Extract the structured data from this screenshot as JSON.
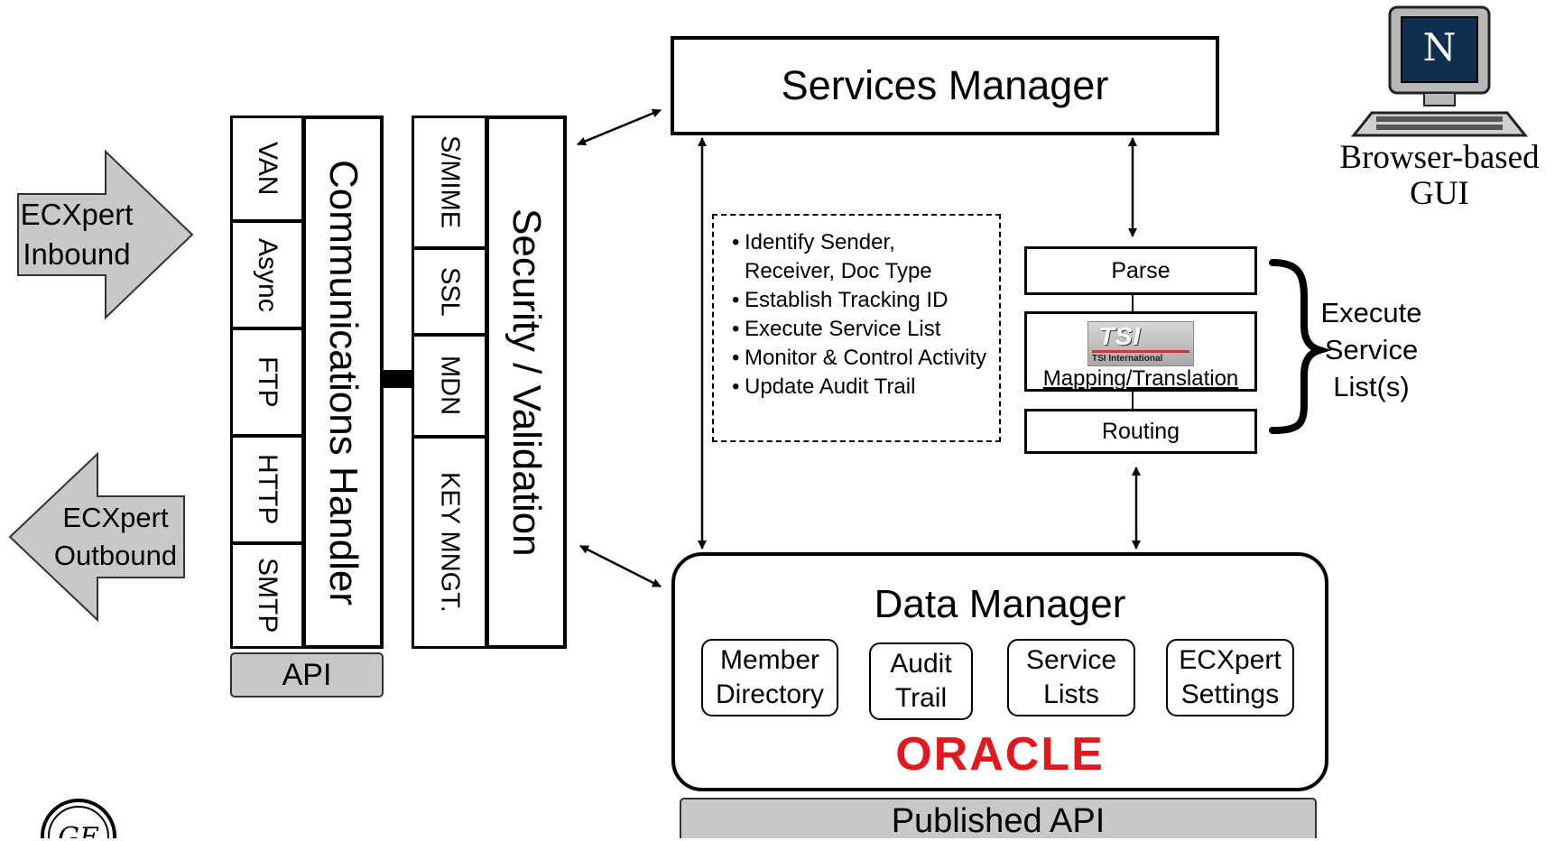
{
  "inbound_label": "ECXpert Inbound",
  "outbound_label": "ECXpert Outbound",
  "protocols": [
    "VAN",
    "Async",
    "FTP",
    "HTTP",
    "SMTP"
  ],
  "communications_handler": "Communications Handler",
  "api_label": "API",
  "security_items": [
    "S/MIME",
    "SSL",
    "MDN",
    "KEY MNGT."
  ],
  "security_validation": "Security / Validation",
  "services_manager": "Services Manager",
  "services_bullets": [
    "Identify Sender, Receiver, Doc Type",
    "Establish Tracking ID",
    "Execute Service List",
    "Monitor & Control Activity",
    "Update Audit Trail"
  ],
  "pipeline": {
    "parse": "Parse",
    "tsi_logo": "TSI",
    "tsi_caption": "TSI International",
    "mapping": "Mapping/Translation",
    "routing": "Routing"
  },
  "execute_label": "Execute Service List(s)",
  "gui_label": "Browser-based GUI",
  "gui_logo_letter": "N",
  "data_manager": {
    "title": "Data Manager",
    "components": [
      {
        "label": "Member Directory"
      },
      {
        "label": "Audit Trail"
      },
      {
        "label": "Service Lists"
      },
      {
        "label": "ECXpert Settings"
      }
    ],
    "oracle": "ORACLE"
  },
  "published_api": "Published API",
  "ge_logo_text": "GE",
  "colors": {
    "api_gray": "#c8c8c8",
    "arrow_gray": "#c8c8c8",
    "oracle_red": "#e3171d"
  }
}
